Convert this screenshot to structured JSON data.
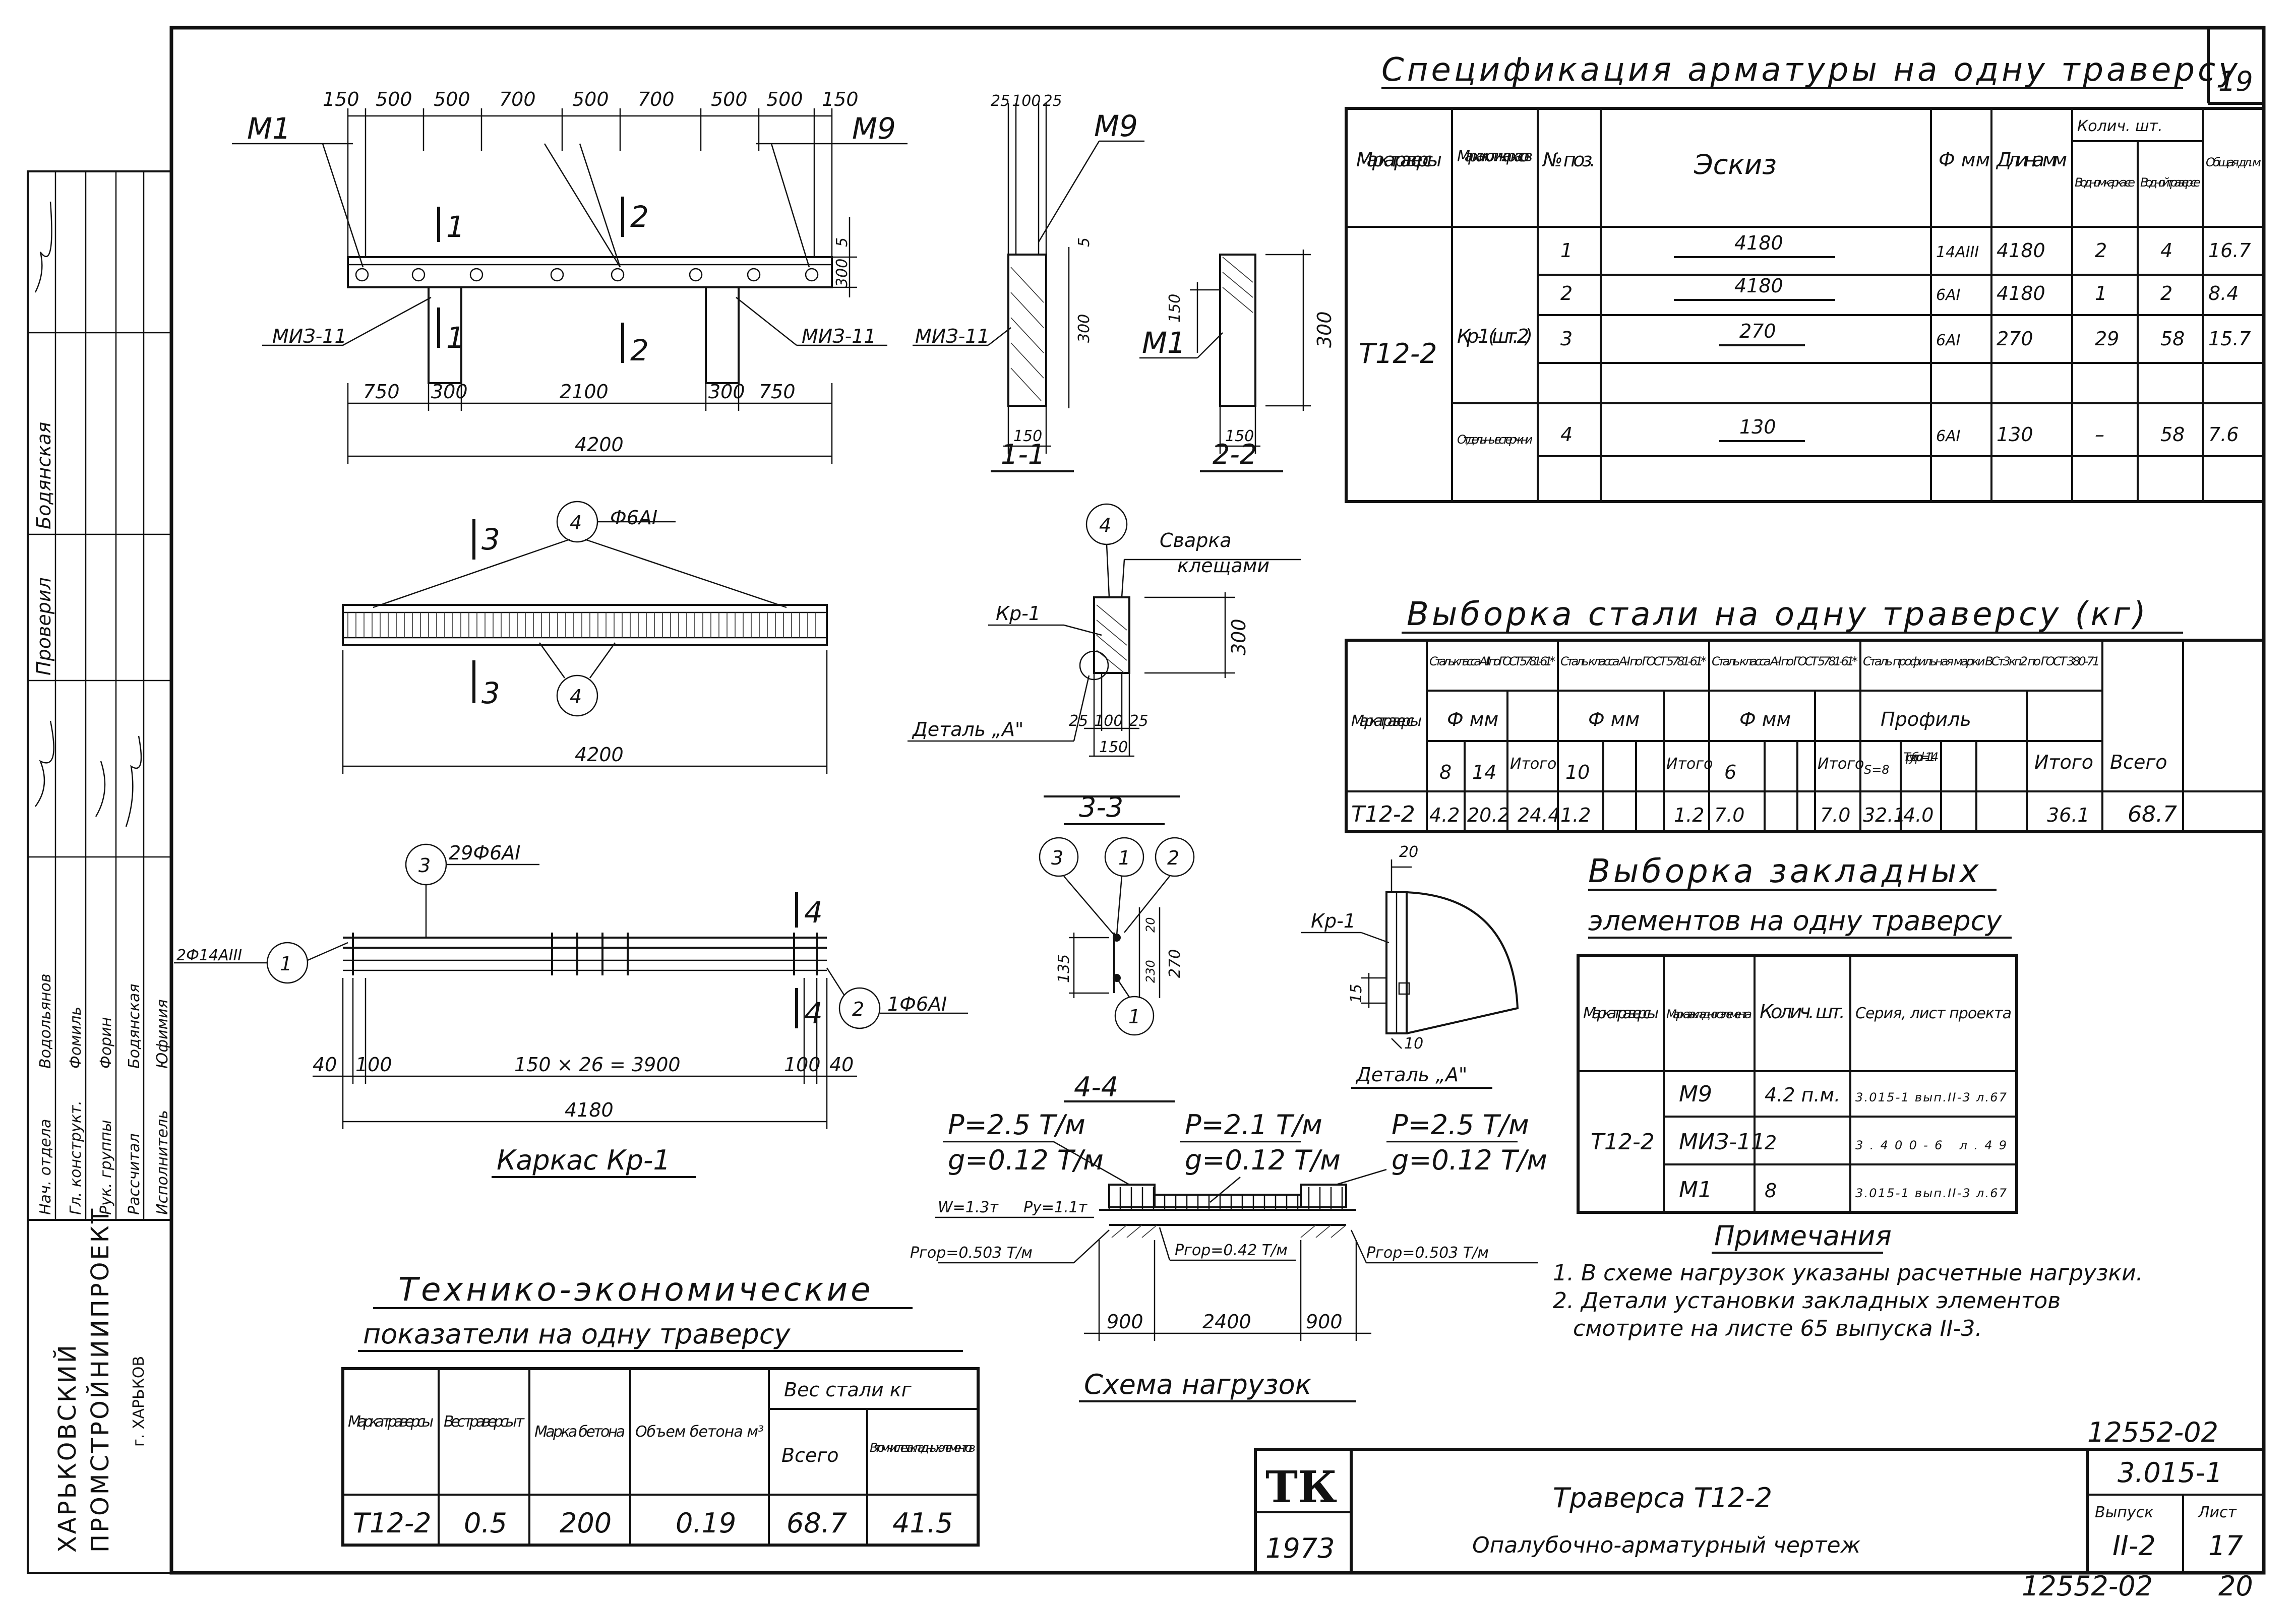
{
  "sheet": {
    "page_number": "19",
    "bottom_code": "12552-02",
    "bottom_page": "20"
  },
  "organization": {
    "name_line1": "ХАРЬКОВСКИЙ",
    "name_line2": "ПРОМСТРОЙНИИПРОЕКТ",
    "city": "г. ХАРЬКОВ"
  },
  "signatures": {
    "rows": [
      {
        "role": "Нач. отдела",
        "name": "Водольянов"
      },
      {
        "role": "Гл. конструкт.",
        "name": "Фомиль"
      },
      {
        "role": "Рук. группы",
        "name": "Форин"
      },
      {
        "role": "Рассчитал",
        "name": "Бодянская"
      },
      {
        "role": "Исполнитель",
        "name": "Юфимия"
      }
    ],
    "stamp_labels": [
      "Проверил",
      "Бодянская"
    ]
  },
  "elevation": {
    "dims_top": [
      "150",
      "500",
      "500",
      "700",
      "500",
      "700",
      "500",
      "500",
      "150"
    ],
    "dims_bottom": [
      "750",
      "300",
      "2100",
      "300",
      "750"
    ],
    "total": "4200",
    "depth_dims": [
      "5",
      "300"
    ],
    "labels": {
      "m1": "М1",
      "m9": "М9",
      "mi3_left": "МИЗ-11",
      "mi3_right": "МИЗ-11"
    },
    "cuts": [
      "1",
      "1",
      "2",
      "2"
    ]
  },
  "section_1_1": {
    "title": "1-1",
    "dims_top": [
      "25",
      "100",
      "25"
    ],
    "dim_5": "5",
    "dim_300": "300",
    "dim_bottom": "150",
    "label_m9": "М9",
    "label_mi3": "МИЗ-11"
  },
  "section_2_2": {
    "title": "2-2",
    "dim_150": "150",
    "dim_300": "300",
    "dim_bottom": "150",
    "label_m1": "М1"
  },
  "plan": {
    "total": "4200",
    "bar_label": "Ф6АI",
    "cut": "3",
    "marker": "4"
  },
  "section_3_3": {
    "title": "3-3",
    "weld_line1": "Сварка",
    "weld_line2": "клещами",
    "frame_label": "Кр-1",
    "detail_label": "Деталь „А\"",
    "dim_300": "300",
    "dims_bottom": [
      "25",
      "100",
      "25"
    ],
    "dim_width": "150",
    "marker": "4"
  },
  "section_4_4": {
    "title": "4-4",
    "markers": [
      "3",
      "1",
      "2",
      "1"
    ],
    "dims": [
      "135",
      "20",
      "230",
      "270"
    ]
  },
  "detail_a": {
    "title": "Деталь „А\"",
    "frame_label": "Кр-1",
    "dims": [
      "20",
      "15",
      "10"
    ]
  },
  "frame_kr1": {
    "title": "Каркас Кр-1",
    "marker_top": "3",
    "top_label": "29Ф6АI",
    "marker_left": "1",
    "left_label": "2Ф14АIII",
    "marker_right": "2",
    "right_label": "1Ф6АI",
    "cut": "4",
    "dims_bottom": [
      "40",
      "100",
      "150 × 26 = 3900",
      "100",
      "40"
    ],
    "total": "4180"
  },
  "loads": {
    "title": "Схема нагрузок",
    "left_p": "P=2.5 Т/м",
    "left_g": "g=0.12 Т/м",
    "mid_p": "P=2.1 Т/м",
    "mid_g": "g=0.12 Т/м",
    "right_p": "P=2.5 Т/м",
    "right_g": "g=0.12 Т/м",
    "w_label": "W=1.3т",
    "py_label": "Py=1.1т",
    "pgor_left": "Pгор=0.503 Т/м",
    "pgor_mid": "Pгор=0.42 Т/м",
    "pgor_right": "Pгор=0.503 Т/м",
    "dims": [
      "900",
      "2400",
      "900"
    ]
  },
  "spec": {
    "title": "Спецификация арматуры на одну траверсу",
    "headers": {
      "brand": "Марка траверсы",
      "frame": "Марка и колич. карка-сов",
      "pos": "№ поз.",
      "sketch": "Эскиз",
      "dia": "Ф мм",
      "len": "Длина мм",
      "qty": "Колич. шт.",
      "qty_frame": "В одном карка-се",
      "qty_trav": "В одной травер-се",
      "total": "Общая дл. м"
    },
    "brand": "Т12-2",
    "frame_group": "Кр-1 (шт. 2)",
    "separate_group": "Отдель-ные стержни",
    "rows": [
      {
        "pos": "1",
        "sketch": "4180",
        "dia": "14АIII",
        "len": "4180",
        "q1": "2",
        "q2": "4",
        "total": "16.7"
      },
      {
        "pos": "2",
        "sketch": "4180",
        "dia": "6АI",
        "len": "4180",
        "q1": "1",
        "q2": "2",
        "total": "8.4"
      },
      {
        "pos": "3",
        "sketch": "270",
        "dia": "6АI",
        "len": "270",
        "q1": "29",
        "q2": "58",
        "total": "15.7"
      },
      {
        "pos": "4",
        "sketch": "130",
        "dia": "6АI",
        "len": "130",
        "q1": "–",
        "q2": "58",
        "total": "7.6"
      }
    ]
  },
  "steel": {
    "title": "Выборка стали на одну траверсу (кг)",
    "headers": {
      "brand": "Марка траверсы",
      "g1": "Сталь класса А-III по ГОСТ 5781-61*",
      "g2": "Сталь класса А-I по ГОСТ 5781-61*",
      "g3": "Сталь класса А-I по ГОСТ 5781-61*",
      "g4": "Сталь профильная марки ВСт3кп2 по ГОСТ 380-71",
      "dia": "Ф мм",
      "profile": "Профиль",
      "itogo": "Итого",
      "vsego": "Всего",
      "d8": "8",
      "d14": "14",
      "d10": "10",
      "d6": "6",
      "s8": "S=8",
      "tube": "Труб.гр. d=114"
    },
    "row": {
      "brand": "Т12-2",
      "v8": "4.2",
      "v14": "20.2",
      "it1": "24.4",
      "v10": "1.2",
      "it2": "1.2",
      "v6": "7.0",
      "it3": "7.0",
      "vs8": "32.1",
      "vt": "4.0",
      "it4": "36.1",
      "total": "68.7"
    }
  },
  "embedded": {
    "title1": "Выборка закладных",
    "title2": "элементов на одну траверсу",
    "headers": {
      "brand": "Марка траверсы",
      "mark": "Марка заклад-ного элемента",
      "qty": "Колич. шт.",
      "series": "Серия, лист проекта"
    },
    "brand": "Т12-2",
    "rows": [
      {
        "mark": "М9",
        "qty": "4.2 п.м.",
        "series": "3.015-1 вып.II-3 л.67"
      },
      {
        "mark": "МИЗ-11",
        "qty": "2",
        "series": "3.400-6 л.49"
      },
      {
        "mark": "М1",
        "qty": "8",
        "series": "3.015-1 вып.II-3 л.67"
      }
    ]
  },
  "notes": {
    "title": "Примечания",
    "items": [
      "1. В схеме нагрузок указаны расчетные нагрузки.",
      "2. Детали установки закладных элементов",
      "смотрите на листе 65 выпуска II-3."
    ]
  },
  "tech": {
    "title1": "Технико-экономические",
    "title2": "показатели на одну траверсу",
    "headers": {
      "brand": "Марка траверсы",
      "weight": "Вес траверсы т",
      "concrete": "Марка бетона",
      "volume": "Объем бетона м³",
      "steel": "Вес стали кг",
      "total": "Всего",
      "embedded": "В том числе закладных элементов"
    },
    "row": {
      "brand": "Т12-2",
      "weight": "0.5",
      "concrete": "200",
      "volume": "0.19",
      "total": "68.7",
      "embedded": "41.5"
    }
  },
  "title_block": {
    "code": "12552-02",
    "tk": "ТК",
    "year": "1973",
    "name": "Траверса Т12-2",
    "subtitle": "Опалубочно-арматурный чертеж",
    "series": "3.015-1",
    "issue_label": "Выпуск",
    "issue": "II-2",
    "sheet_label": "Лист",
    "sheet": "17"
  }
}
